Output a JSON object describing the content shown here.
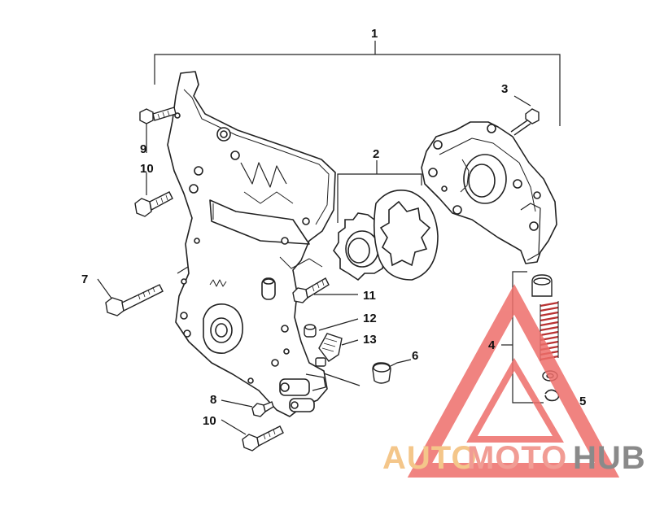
{
  "diagram": {
    "callouts": {
      "c1": "1",
      "c2": "2",
      "c3": "3",
      "c4": "4",
      "c5": "5",
      "c6": "6",
      "c7": "7",
      "c8": "8",
      "c9": "9",
      "c10a": "10",
      "c10b": "10",
      "c11": "11",
      "c12": "12",
      "c13": "13"
    }
  },
  "watermark": {
    "part1": "AUTO",
    "part2": "MOTO",
    "part3": "HUB",
    "colors": {
      "auto": "#f4c68a",
      "moto": "#f19c94",
      "hub": "#8a8a8a",
      "triangle": "#ee6e6a"
    }
  }
}
